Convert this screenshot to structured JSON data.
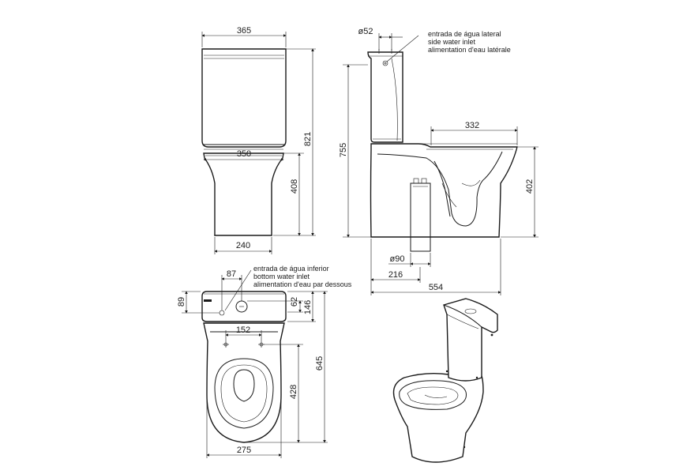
{
  "dimensions": {
    "front_top_width": "365",
    "front_total_height": "821",
    "front_bowl_width": "350",
    "front_bowl_height": "408",
    "front_base_width": "240",
    "side_inlet_diameter": "ø52",
    "side_cistern_height": "755",
    "side_bowl_opening": "332",
    "side_bowl_height": "402",
    "side_outlet_diameter": "ø90",
    "side_outlet_offset": "216",
    "side_total_depth": "554",
    "plan_inlet_offset": "87",
    "plan_inlet_to_back": "89",
    "plan_hole_offset": "62",
    "plan_cistern_depth": "146",
    "plan_fixing_spacing": "152",
    "plan_total_length": "645",
    "plan_fixing_to_front": "428",
    "plan_bowl_width": "275"
  },
  "notes": {
    "side_inlet": [
      "entrada de água lateral",
      "side water inlet",
      "alimentation d'eau latérale"
    ],
    "bottom_inlet": [
      "entrada de água inferior",
      "bottom water inlet",
      "alimentation d'eau par dessous"
    ]
  }
}
